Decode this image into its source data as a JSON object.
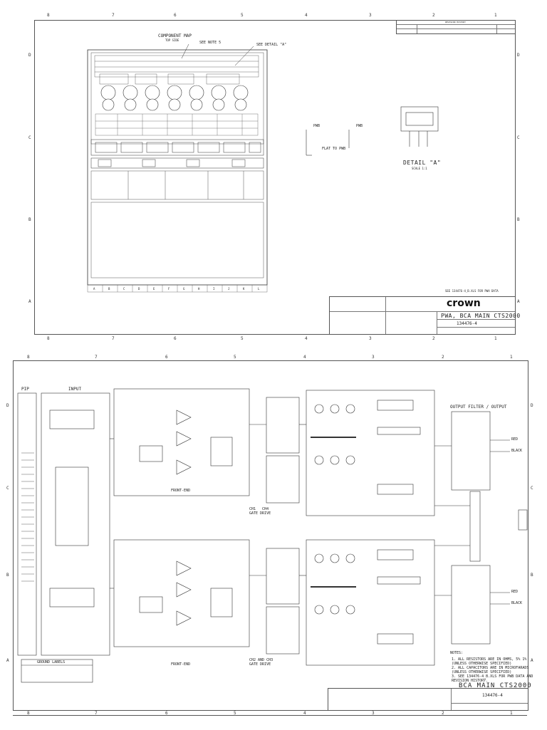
{
  "sheet1": {
    "zones_top": [
      "8",
      "7",
      "6",
      "5",
      "4",
      "3",
      "2",
      "1"
    ],
    "zones_side": [
      "D",
      "C",
      "B",
      "A"
    ],
    "component_map_title": "COMPONENT MAP",
    "component_map_sub": "TOP SIDE",
    "callout_see_note": "SEE NOTE 5",
    "callout_see_detail": "SEE DETAIL \"A\"",
    "detail_title": "DETAIL \"A\"",
    "detail_scale": "SCALE 1:1",
    "flat_to_pwb": "FLAT TO PWB",
    "pwb_label": "PWB",
    "grid_letters": [
      "A",
      "B",
      "C",
      "D",
      "E",
      "F",
      "G",
      "H",
      "I",
      "J",
      "K",
      "L"
    ],
    "see_pwa_note": "SEE 134476-4_B.XLS FOR PWA DATA",
    "pwa_title": "PWA, BCA MAIN CTS2000",
    "drawing_no": "134476-4",
    "brand": "crown",
    "revision_header": "REVISION HISTORY"
  },
  "sheet2": {
    "zones_top": [
      "8",
      "7",
      "6",
      "5",
      "4",
      "3",
      "2",
      "1"
    ],
    "zones_side": [
      "D",
      "C",
      "B",
      "A"
    ],
    "pip_label": "PIP",
    "input_label": "INPUT",
    "front_end_1": "FRONT-END",
    "front_end_2": "FRONT-END",
    "gate_drive_1": "CH1   CH4\nGATE DRIVE",
    "gate_drive_2": "CH2 AND CH3\nGATE DRIVE",
    "output_filter": "OUTPUT FILTER / OUTPUT",
    "red_1": "RED",
    "black_1": "BLACK",
    "red_2": "RED",
    "black_2": "BLACK",
    "ground_labels": "GROUND LABELS",
    "notes_title": "NOTES:",
    "notes": [
      "1. ALL RESISTORS ARE IN OHMS, 5% 1%",
      "   (UNLESS OTHERWISE SPECIFIED)",
      "2. ALL CAPACITORS ARE IN MICROFARADS",
      "   (UNLESS OTHERWISE SPECIFIED)",
      "3. SEE 134476-4_B.XLS FOR PWB DATA AND",
      "   REVISION HISTORY."
    ],
    "title": "BCA MAIN CTS2000",
    "drawing_no": "134476-4"
  }
}
